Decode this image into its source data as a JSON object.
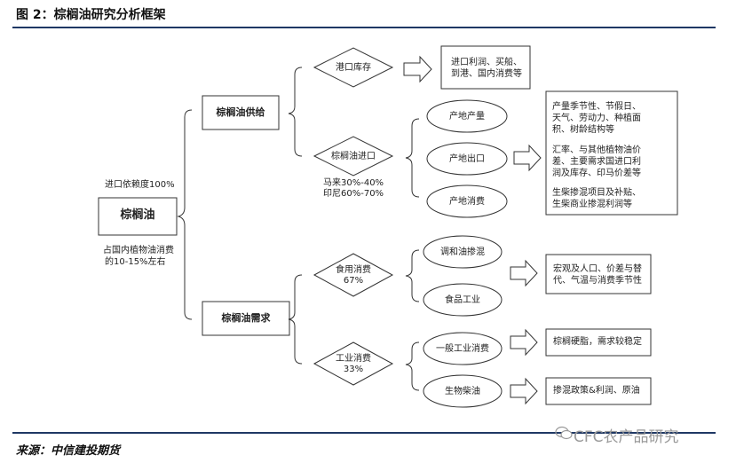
{
  "figure_title": "图 2：棕榈油研究分析框架",
  "source": "来源：中信建投期货",
  "watermark": "CFC农产品研究",
  "root": {
    "label": "棕榈油",
    "note_above": "进口依赖度100%",
    "note_below_1": "占国内植物油消费",
    "note_below_2": "的10-15%左右"
  },
  "supply": {
    "label": "棕榈油供给",
    "port": {
      "label": "港口库存",
      "detail_1": "进口利润、买船、",
      "detail_2": "到港、国内消费等"
    },
    "import": {
      "label": "棕榈油进口",
      "note_1": "马来30%-40%",
      "note_2": "印尼60%-70%"
    },
    "origins": [
      "产地产量",
      "产地出口",
      "产地消费"
    ],
    "factors": [
      [
        "产量季节性、节假日、",
        "天气、劳动力、种植面",
        "积、树龄结构等"
      ],
      [
        "汇率、与其他植物油价",
        "差、主要需求国进口利",
        "润及库存、印马价差等"
      ],
      [
        "生柴掺混项目及补贴、",
        "生柴商业掺混利润等"
      ]
    ]
  },
  "demand": {
    "label": "棕榈油需求",
    "food": {
      "label_1": "食用消费",
      "label_2": "67%",
      "items": [
        "调和油掺混",
        "食品工业"
      ],
      "factor_1": "宏观及人口、价差与替",
      "factor_2": "代、气温与消费季节性"
    },
    "industry": {
      "label_1": "工业消费",
      "label_2": "33%",
      "items": [
        "一般工业消费",
        "生物柴油"
      ],
      "factors": [
        "棕榈硬脂，需求较稳定",
        "掺混政策&利润、原油"
      ]
    }
  }
}
